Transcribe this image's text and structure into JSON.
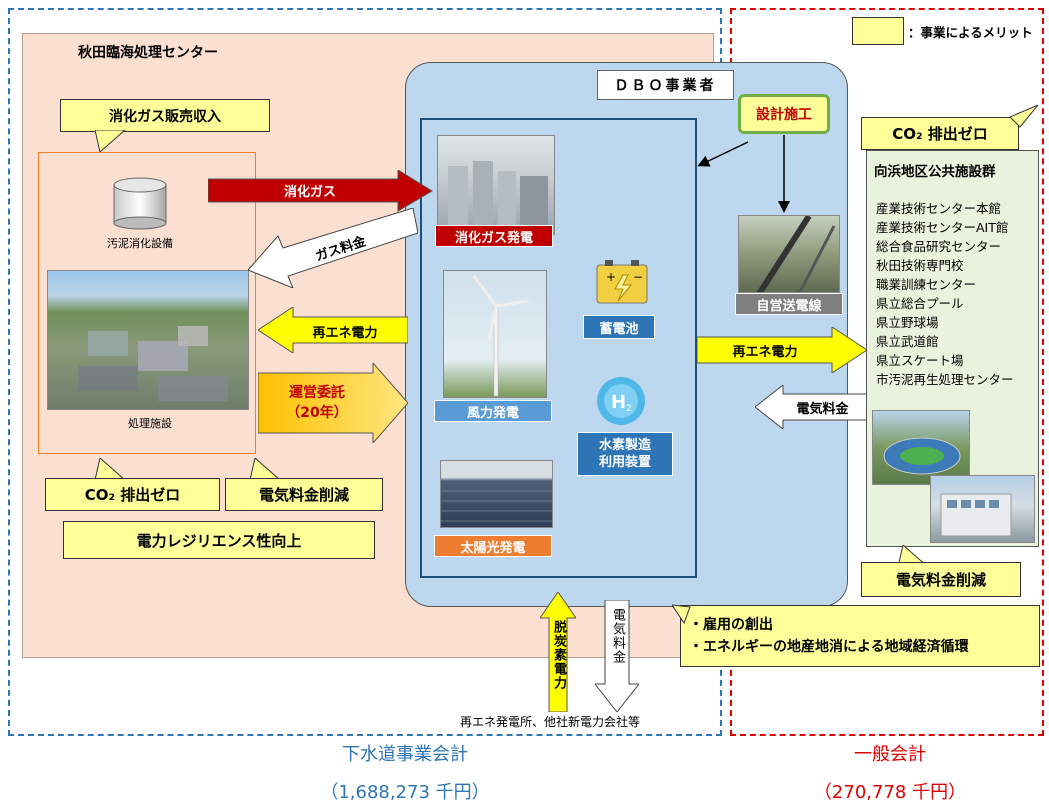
{
  "legend": {
    "text": "：事業によるメリット"
  },
  "sewer": {
    "facility_title": "秋田臨海処理センター",
    "gas_sales": "消化ガス販売収入",
    "digester_label": "汚泥消化設備",
    "plant_label": "処理施設",
    "co2_zero_left": "CO₂ 排出ゼロ",
    "power_cost_left": "電気料金削減",
    "resilience": "電力レジリエンス性向上",
    "account_name": "下水道事業会計",
    "account_amount": "（1,688,273 千円）"
  },
  "dbo": {
    "title": "ＤＢＯ事業者",
    "design_build": "設計施工",
    "gas_power": "消化ガス発電",
    "wind_power": "風力発電",
    "solar_power": "太陽光発電",
    "battery": "蓄電池",
    "hydrogen": "水素製造\n利用装置"
  },
  "arrows": {
    "digestion_gas": "消化ガス",
    "gas_fee": "ガス料金",
    "renewable_left": "再エネ電力",
    "operation": "運営委託\n（20年）",
    "renewable_right": "再エネ電力",
    "electricity_fee_right": "電気料金",
    "decarbonized_power": "脱炭素電力",
    "electricity_fee_bottom": "電気料金"
  },
  "general": {
    "co2_zero_right": "CO₂ 排出ゼロ",
    "public_title": "向浜地区公共施設群",
    "facilities": [
      "産業技術センター本館",
      "産業技術センターAIT館",
      "総合食品研究センター",
      "秋田技術専門校",
      "職業訓練センター",
      "県立総合プール",
      "県立野球場",
      "県立武道館",
      "県立スケート場",
      "市汚泥再生処理センター"
    ],
    "power_cost_right": "電気料金削減",
    "private_line": "自営送電線",
    "account_name": "一般会計",
    "account_amount": "（270,778 千円）"
  },
  "benefits": {
    "line1": "・雇用の創出",
    "line2": "・エネルギーの地産地消による地域経済循環"
  },
  "others": "再エネ発電所、他社新電力会社等",
  "colors": {
    "sewer_bg": "#fbe0d2",
    "dbo_bg": "#bdd7ee",
    "general_bg": "#e9f2dc",
    "sticky": "#ffff99",
    "red_tag": "#c00000",
    "blue_tag": "#5b9bd5",
    "orange_tag": "#ed7d31"
  }
}
